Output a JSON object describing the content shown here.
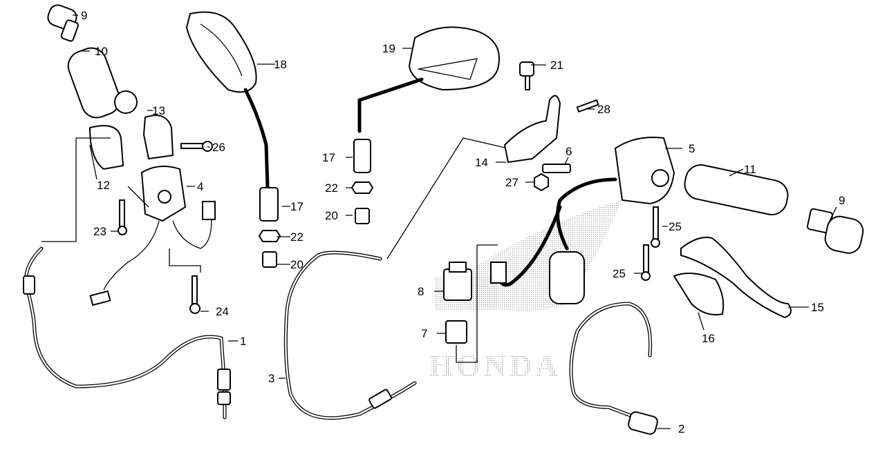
{
  "diagram": {
    "watermark": "HONDA",
    "callouts": [
      {
        "id": "c9a",
        "label": "9"
      },
      {
        "id": "c10",
        "label": "10"
      },
      {
        "id": "c13",
        "label": "13"
      },
      {
        "id": "c26",
        "label": "26"
      },
      {
        "id": "c12",
        "label": "12"
      },
      {
        "id": "c4",
        "label": "4"
      },
      {
        "id": "c23",
        "label": "23"
      },
      {
        "id": "c24",
        "label": "24"
      },
      {
        "id": "c1",
        "label": "1"
      },
      {
        "id": "c18",
        "label": "18"
      },
      {
        "id": "c17a",
        "label": "17"
      },
      {
        "id": "c22a",
        "label": "22"
      },
      {
        "id": "c20a",
        "label": "20"
      },
      {
        "id": "c19",
        "label": "19"
      },
      {
        "id": "c17b",
        "label": "17"
      },
      {
        "id": "c22b",
        "label": "22"
      },
      {
        "id": "c20b",
        "label": "20"
      },
      {
        "id": "c3",
        "label": "3"
      },
      {
        "id": "c21",
        "label": "21"
      },
      {
        "id": "c28",
        "label": "28"
      },
      {
        "id": "c14",
        "label": "14"
      },
      {
        "id": "c6",
        "label": "6"
      },
      {
        "id": "c27",
        "label": "27"
      },
      {
        "id": "c5",
        "label": "5"
      },
      {
        "id": "c11",
        "label": "11"
      },
      {
        "id": "c9b",
        "label": "9"
      },
      {
        "id": "c25a",
        "label": "25"
      },
      {
        "id": "c25b",
        "label": "25"
      },
      {
        "id": "c15",
        "label": "15"
      },
      {
        "id": "c16",
        "label": "16"
      },
      {
        "id": "c8",
        "label": "8"
      },
      {
        "id": "c7",
        "label": "7"
      },
      {
        "id": "c2",
        "label": "2"
      }
    ]
  }
}
